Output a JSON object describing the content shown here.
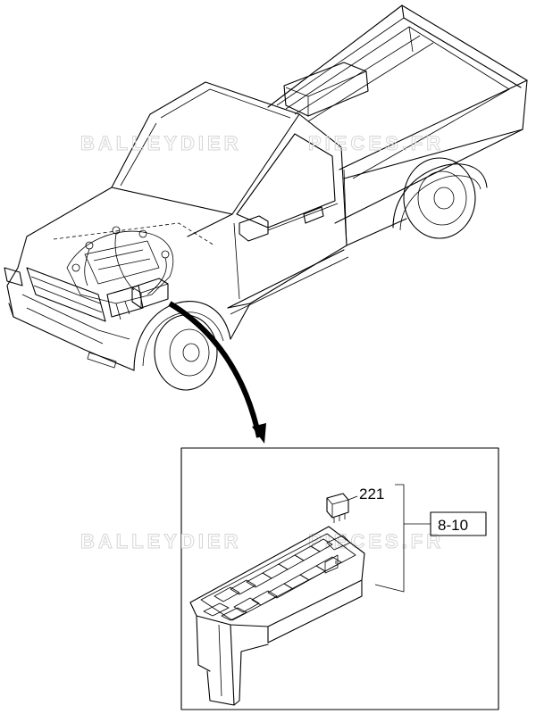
{
  "watermark": {
    "text_left": "BALLEYDIER",
    "text_right": "PIECES.FR"
  },
  "callouts": {
    "part_number": "221",
    "reference": "8-10"
  }
}
